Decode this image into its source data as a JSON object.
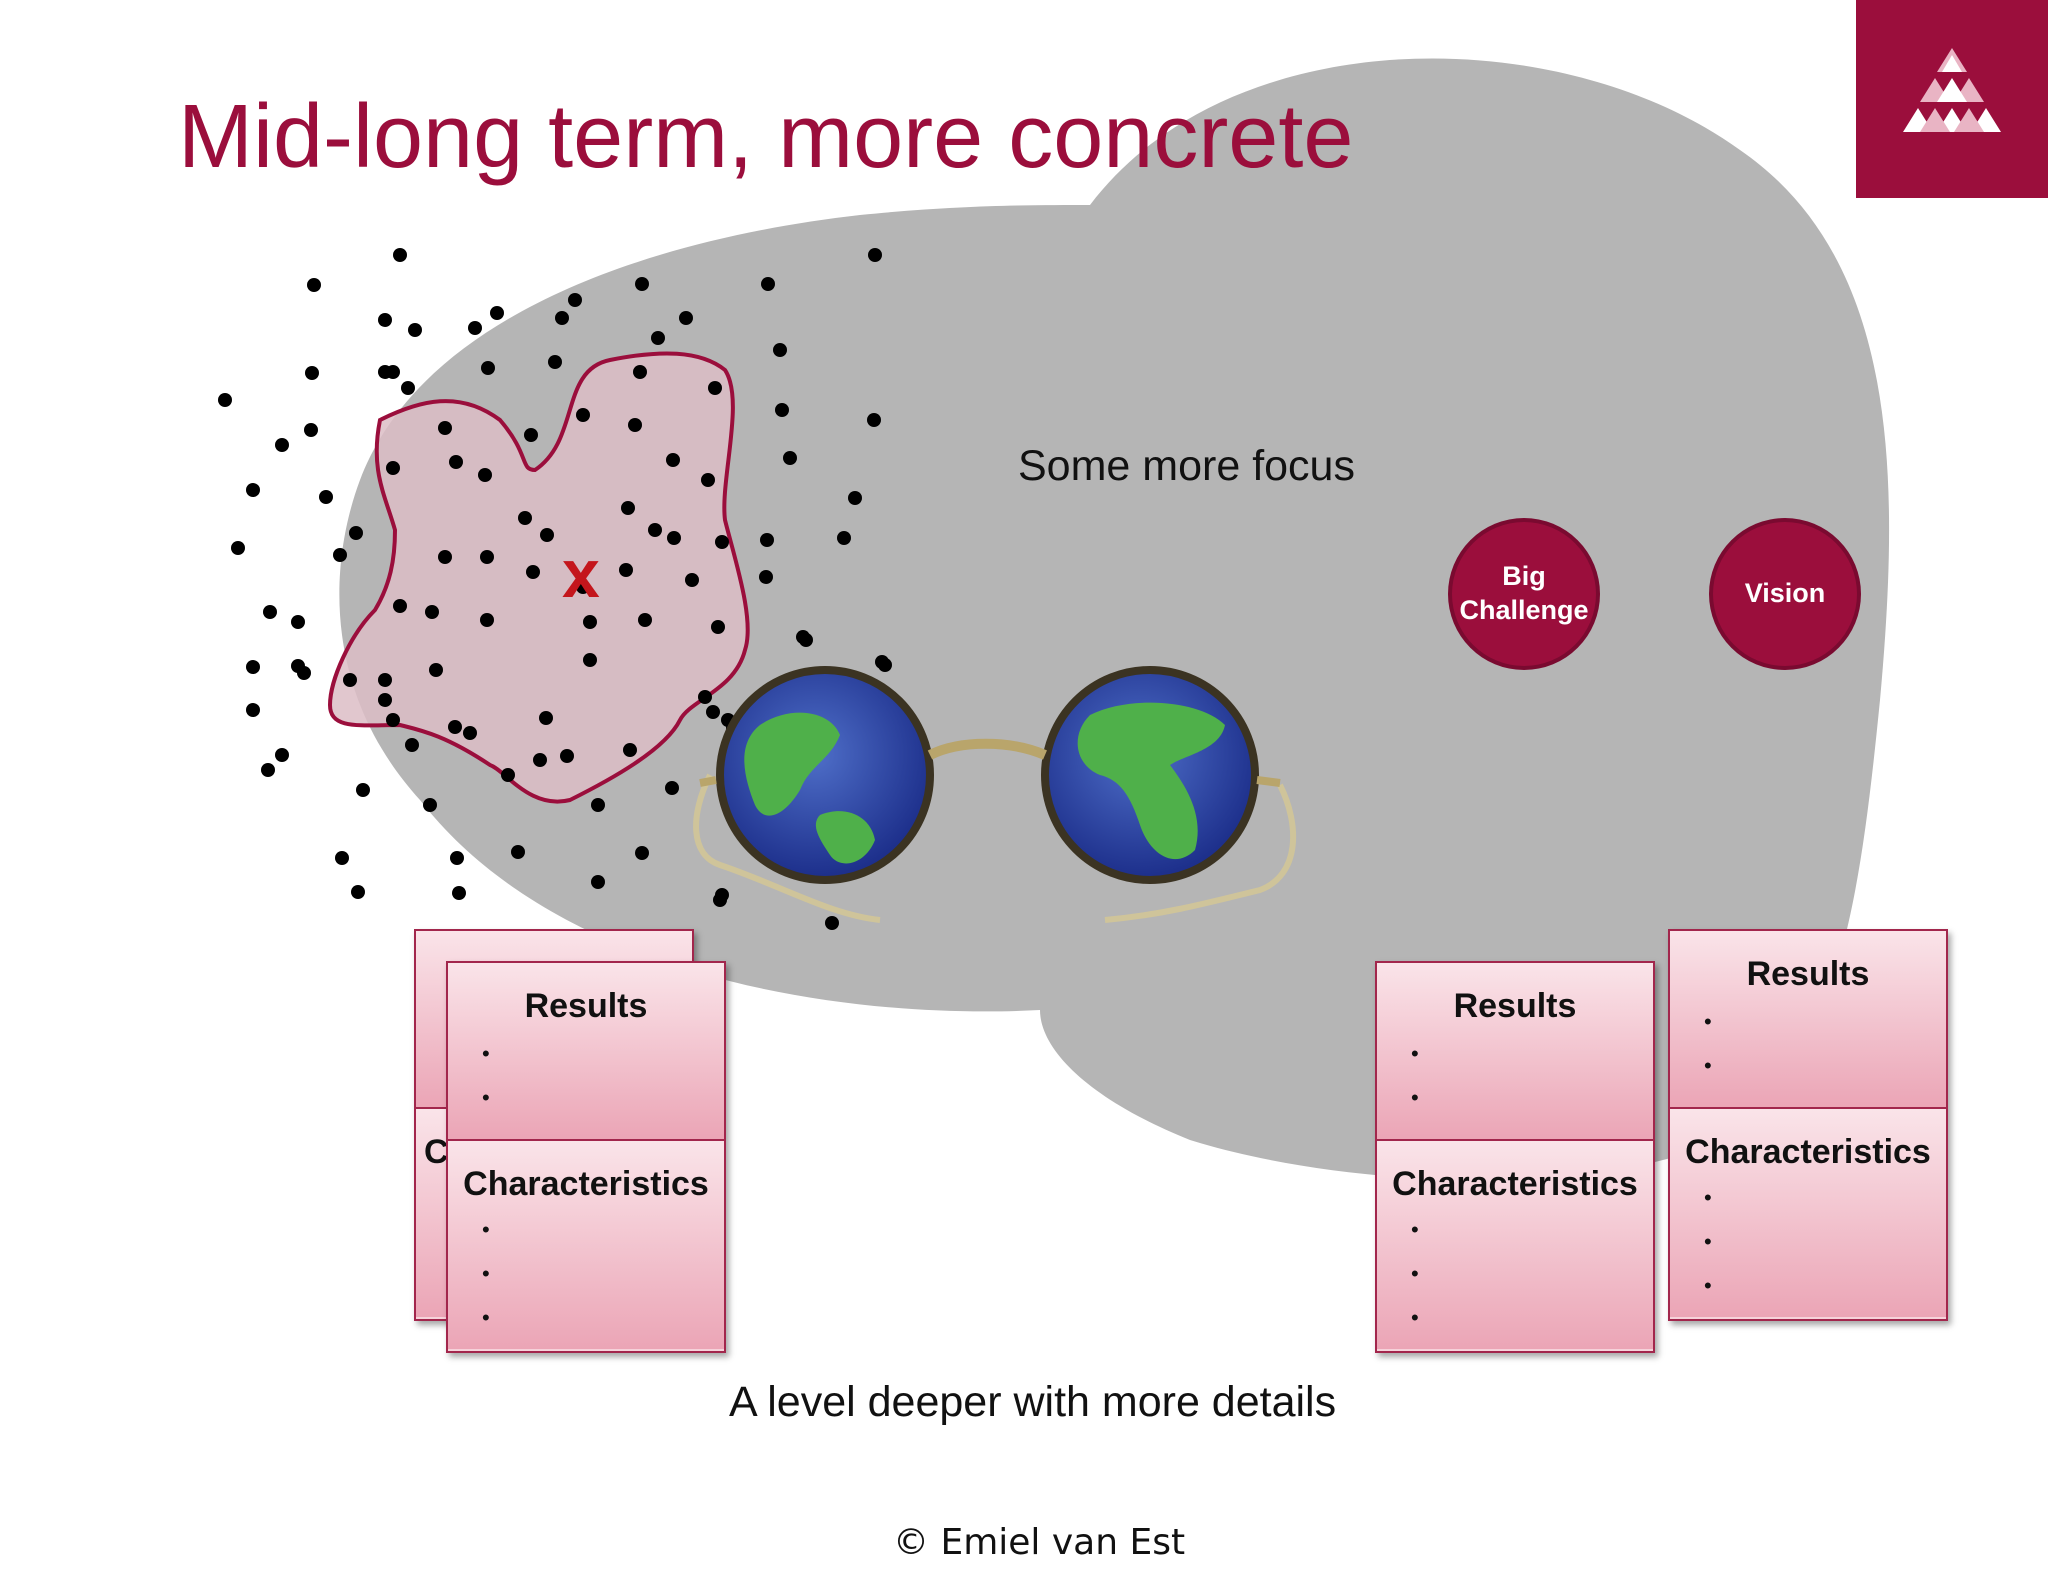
{
  "slide": {
    "title": "Mid-long term, more concrete",
    "focus_label": "Some more focus",
    "deeper_label": "A level deeper with more details",
    "copyright": "© Emiel van Est",
    "marker": "x"
  },
  "circles": {
    "big_challenge": "Big\nChallenge",
    "vision": "Vision"
  },
  "cards": {
    "results_label": "Results",
    "characteristics_label": "Characteristics",
    "partial_label": "C",
    "bullet": "•"
  },
  "colors": {
    "brand": "#9b0e3c",
    "blob_gray": "#b5b5b5",
    "card_border": "#a2264c",
    "card_fill": "#f4c6d0",
    "uncertainty_fill": "#e2c2cb"
  },
  "icons": [
    "logo-triangle-icon",
    "glasses-globe-icon"
  ]
}
